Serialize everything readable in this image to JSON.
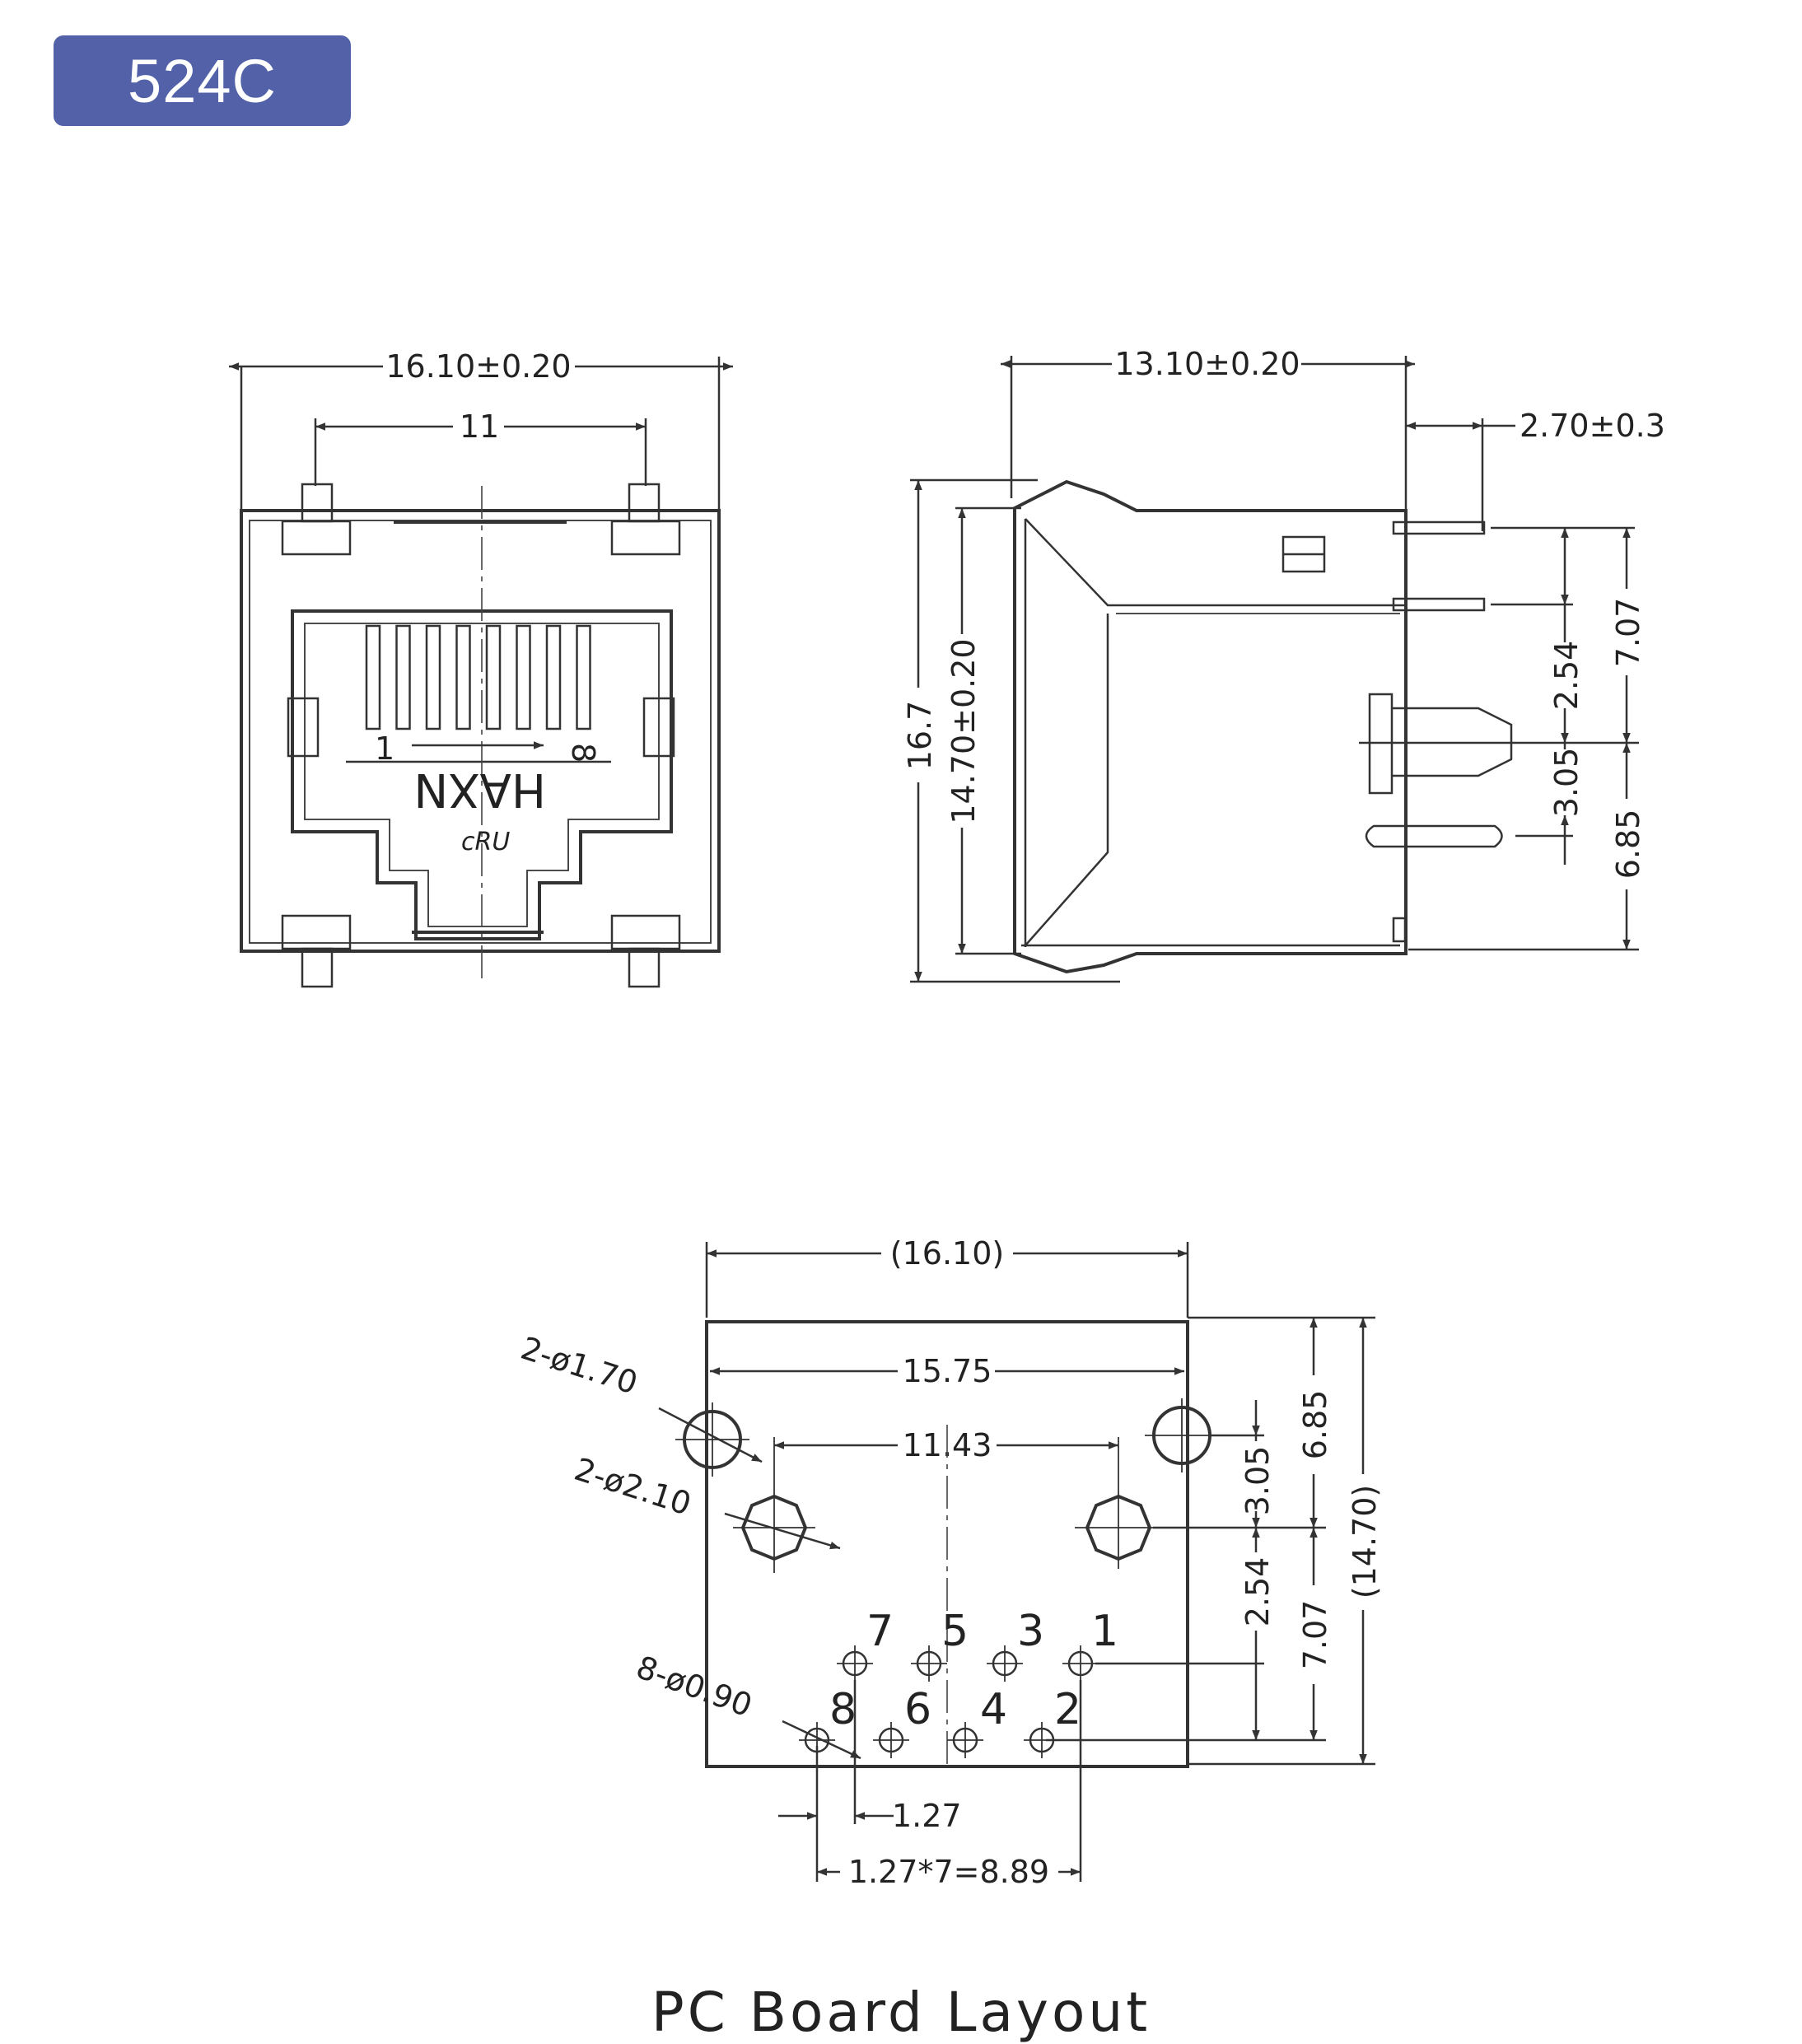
{
  "model_badge": "524C",
  "title": "PC Board Layout",
  "front_view": {
    "width_dim": "16.10±0.20",
    "post_span_dim": "11",
    "pin_first": "1",
    "pin_last": "8",
    "brand_mark": "HAXN",
    "cert_mark": "cRU"
  },
  "side_view": {
    "depth_dim": "13.10±0.20",
    "pin_offset_dim": "2.70±0.3",
    "overall_height_dim": "16.7",
    "body_height_dim": "14.70±0.20",
    "pin_row_pitch_dim": "2.54",
    "post_offset_dim": "3.05",
    "upper_span_dim": "7.07",
    "lower_span_dim": "6.85"
  },
  "board_layout": {
    "outline_width_dim": "(16.10)",
    "lock_span_dim": "15.75",
    "post_span_dim": "11.43",
    "lock_hole_note": "2-ø1.70",
    "post_hole_note": "2-ø2.10",
    "pin_hole_note": "8-ø0.90",
    "right_dims": [
      "3.05",
      "6.85",
      "2.54",
      "7.07",
      "(14.70)"
    ],
    "pitch_dim": "1.27",
    "pin_span_dim": "1.27*7=8.89",
    "pin_labels_top": [
      "7",
      "5",
      "3",
      "1"
    ],
    "pin_labels_bottom": [
      "8",
      "6",
      "4",
      "2"
    ]
  }
}
